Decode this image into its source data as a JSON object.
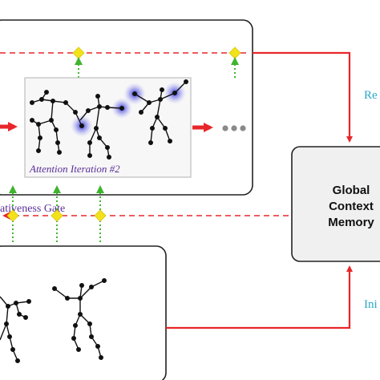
{
  "diagram": {
    "attention_iteration_label": "Attention Iteration #2",
    "informativeness_gate_label": "ativeness Gate",
    "global_context_memory_lines": [
      "Global",
      "Context",
      "Memory"
    ],
    "right_side_label_top": "Re",
    "right_side_label_bottom": "Ini",
    "continuation_dots": "●●●"
  },
  "colors": {
    "red_arrow": "#e8262a",
    "green_dotted": "#3fb52d",
    "yellow_gate": "#f2e21a",
    "attention_glow": "#3a3ad8",
    "iteration_label": "#5a2f9a",
    "side_label": "#2aa7c9",
    "memory_box_fill": "#f0f0f0"
  }
}
